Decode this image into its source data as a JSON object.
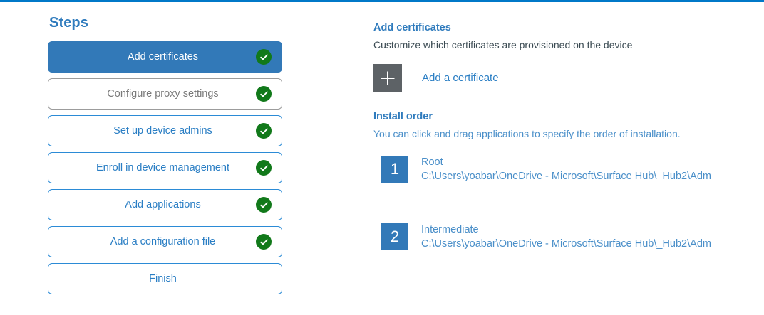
{
  "theme": {
    "accent_bar": "#0078c8",
    "link_blue": "#2a7ec4",
    "heading_blue": "#2f7bbd",
    "selected_blue": "#3279b8",
    "success_green": "#11791a",
    "tile_gray": "#5d6266",
    "muted_gray": "#7a7a7a"
  },
  "steps_pane": {
    "title": "Steps",
    "items": [
      {
        "label": "Add certificates",
        "state": "selected",
        "checked": true,
        "check_icon": "check-circle-icon"
      },
      {
        "label": "Configure proxy settings",
        "state": "muted",
        "checked": true,
        "check_icon": "check-circle-icon"
      },
      {
        "label": "Set up device admins",
        "state": "normal",
        "checked": true,
        "check_icon": "check-circle-icon"
      },
      {
        "label": "Enroll in device management",
        "state": "normal",
        "checked": true,
        "check_icon": "check-circle-icon"
      },
      {
        "label": "Add applications",
        "state": "normal",
        "checked": true,
        "check_icon": "check-circle-icon"
      },
      {
        "label": "Add a configuration file",
        "state": "normal",
        "checked": true,
        "check_icon": "check-circle-icon"
      },
      {
        "label": "Finish",
        "state": "normal",
        "checked": false,
        "check_icon": ""
      }
    ]
  },
  "detail_pane": {
    "heading": "Add certificates",
    "subheading": "Customize which certificates are provisioned on the device",
    "add_certificate": {
      "icon": "plus-icon",
      "label": "Add a certificate"
    },
    "install_order": {
      "heading": "Install order",
      "subheading": "You can click and drag applications to specify the order of installation.",
      "items": [
        {
          "number": "1",
          "name": "Root",
          "path": "C:\\Users\\yoabar\\OneDrive - Microsoft\\Surface Hub\\_Hub2\\Adm"
        },
        {
          "number": "2",
          "name": "Intermediate",
          "path": "C:\\Users\\yoabar\\OneDrive - Microsoft\\Surface Hub\\_Hub2\\Adm"
        }
      ]
    }
  }
}
